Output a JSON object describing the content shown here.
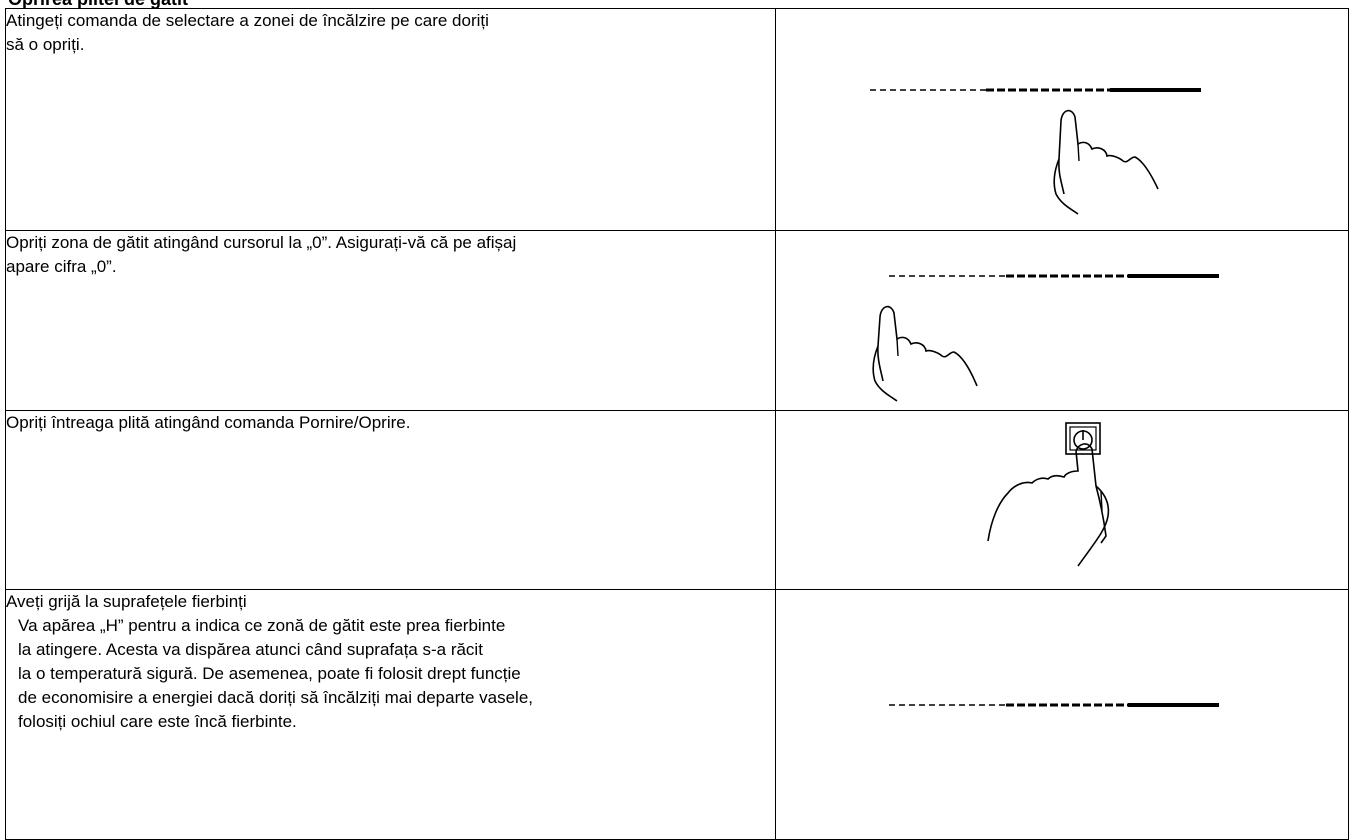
{
  "header": {
    "clipped_title": "Oprirea plitei de gătit"
  },
  "steps": [
    {
      "text_lines": [
        "Atingeți comanda de selectare a zonei de încălzire pe care doriți",
        "să o opriți."
      ],
      "illustration": "slider-with-pointing-hand-icon"
    },
    {
      "text_lines": [
        "Opriți zona de gătit atingând cursorul la „0”. Asigurați-vă că pe afișaj",
        "apare cifra „0”."
      ],
      "illustration": "slider-with-hand-at-zero-icon"
    },
    {
      "text_lines": [
        "Opriți întreaga plită atingând comanda Pornire/Oprire."
      ],
      "illustration": "hand-pressing-power-button-icon"
    },
    {
      "heading": "Aveți grijă la suprafețele fierbinți",
      "text_lines": [
        "Va apărea „H” pentru a indica ce zonă de gătit este prea fierbinte",
        "la atingere. Acesta va dispărea atunci când suprafața s-a răcit",
        "la o temperatură sigură. De asemenea, poate fi folosit drept funcție",
        "de economisire a energiei dacă doriți să încălziți mai departe vasele,",
        "folosiți ochiul care este încă fierbinte."
      ],
      "illustration": "slider-bar-icon"
    }
  ]
}
